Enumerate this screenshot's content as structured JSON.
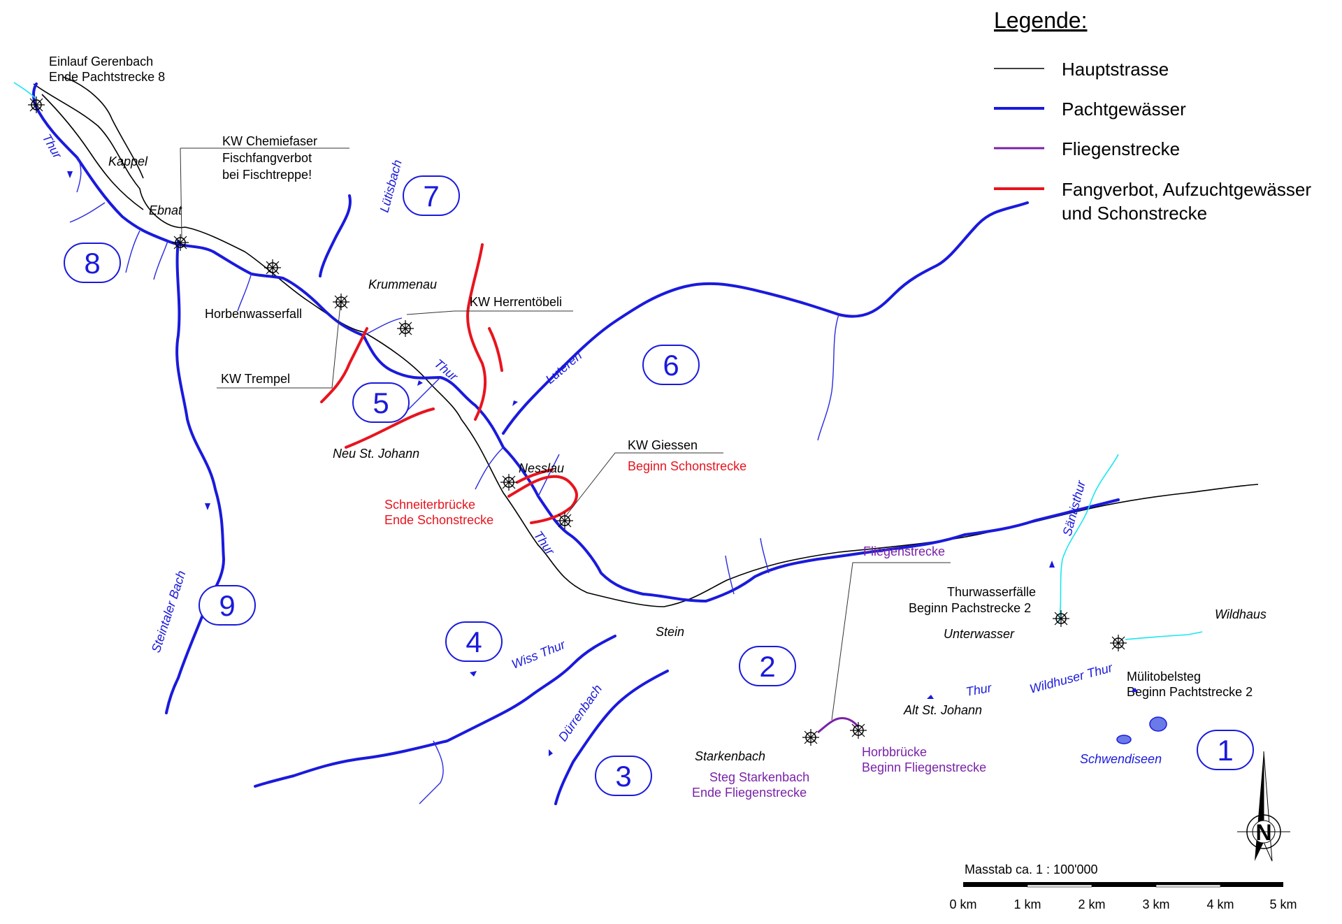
{
  "legend": {
    "title": "Legende:",
    "items": [
      {
        "label": "Hauptstrasse",
        "color": "#000000"
      },
      {
        "label": "Pachtgewässer",
        "color": "#1a1adc"
      },
      {
        "label": "Fliegenstrecke",
        "color": "#7a22a8"
      },
      {
        "label": "Fangverbot, Aufzuchtgewässer",
        "label2": "und Schonstrecke",
        "color": "#e8141e"
      }
    ]
  },
  "sections": [
    "1",
    "2",
    "3",
    "4",
    "5",
    "6",
    "7",
    "8",
    "9"
  ],
  "places": {
    "kappel": "Kappel",
    "ebnat": "Ebnat",
    "krummenau": "Krummenau",
    "neu_st_johann": "Neu St. Johann",
    "nesslau": "Nesslau",
    "stein": "Stein",
    "starkenbach": "Starkenbach",
    "alt_st_johann": "Alt St. Johann",
    "unterwasser": "Unterwasser",
    "wildhaus": "Wildhaus"
  },
  "waters": {
    "thur1": "Thur",
    "thur2": "Thur",
    "thur3": "Thur",
    "thur4": "Thur",
    "luetisbach": "Lütisbach",
    "luteren": "Luteren",
    "steintaler_bach": "Steintaler Bach",
    "wiss_thur": "Wiss Thur",
    "duerrenbach": "Dürrenbach",
    "saentisthur": "Säntisthur",
    "wildhuser_thur": "Wildhuser Thur",
    "schwendiseen": "Schwendiseen"
  },
  "annotations": {
    "einlauf_1": "Einlauf Gerenbach",
    "einlauf_2": "Ende Pachtstrecke 8",
    "kw_chemie_1": "KW Chemiefaser",
    "kw_chemie_2": "Fischfangverbot",
    "kw_chemie_3": "bei Fischtreppe!",
    "horbenwasserfall": "Horbenwasserfall",
    "kw_trempel": "KW Trempel",
    "kw_herrentoebeli": "KW Herrentöbeli",
    "kw_giessen": "KW Giessen",
    "beginn_schonstrecke": "Beginn Schonstrecke",
    "schneiter_1": "Schneiterbrücke",
    "schneiter_2": "Ende Schonstrecke",
    "fliegenstrecke": "Fliegenstrecke",
    "thurwasser_1": "Thurwasserfälle",
    "thurwasser_2": "Beginn Pachstrecke 2",
    "muelitobel_1": "Mülitobelsteg",
    "muelitobel_2": "Beginn Pachtstrecke 2",
    "horb_1": "Horbbrücke",
    "horb_2": "Beginn Fliegenstrecke",
    "steg_1": "Steg Starkenbach",
    "steg_2": "Ende Fliegenstrecke"
  },
  "scale": {
    "title": "Masstab  ca.  1 : 100'000",
    "ticks": [
      "0 km",
      "1 km",
      "2 km",
      "3 km",
      "4 km",
      "5 km"
    ]
  },
  "north": "N"
}
